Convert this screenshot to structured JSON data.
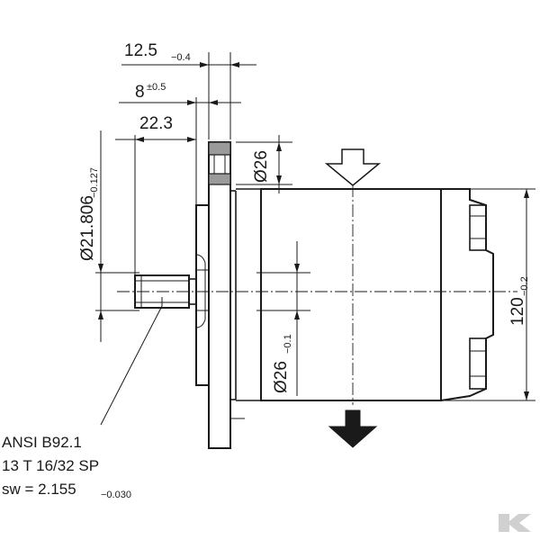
{
  "dimensions": {
    "flange_thickness": {
      "value": "12.5",
      "tolerance": "−0.4"
    },
    "pilot_length": {
      "value": "8",
      "tolerance": "±0.5"
    },
    "shaft_length": {
      "value": "22.3"
    },
    "pilot_diameter": {
      "value": "Ø21.806",
      "tolerance": "−0.127"
    },
    "port_diameter": {
      "value": "Ø26"
    },
    "body_port_diameter": {
      "value": "Ø26",
      "tolerance": "−0.1"
    },
    "body_height": {
      "value": "120",
      "tolerance": "−0.2"
    }
  },
  "spline_note": {
    "standard": "ANSI B92.1",
    "spec": "13 T 16/32 SP",
    "sw_value": "sw = 2.155",
    "sw_tolerance": "−0.030"
  },
  "flow": {
    "inlet_arrow": "hollow-down-arrow-icon",
    "outlet_arrow": "solid-down-arrow-icon"
  },
  "colors": {
    "line": "#1a1a1a",
    "hatch": "#9a9a9a",
    "logo": "#d0d0d0"
  }
}
